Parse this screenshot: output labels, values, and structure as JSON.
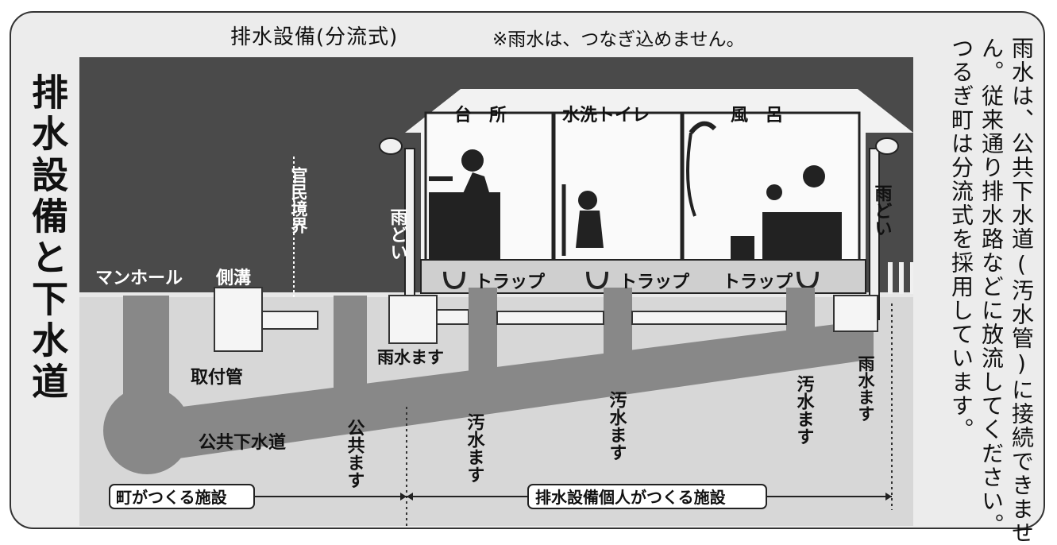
{
  "header": {
    "title": "排水設備(分流式)",
    "note": "※雨水は、つなぎ込めません。"
  },
  "side_title": "排水設備と下水道",
  "right_note": {
    "lines": [
      "雨水は、公共下水道(汚水管)に接続できませ",
      "ん。従来通り排水路などに放流してください。",
      "つるぎ町は分流式を採用しています。"
    ]
  },
  "labels": {
    "kitchen": "台　所",
    "toilet": "水洗トイレ",
    "bath": "風　呂",
    "manhole": "マンホール",
    "side_ditch": "側溝",
    "boundary": "官民境界",
    "gutter_left": "雨どい",
    "gutter_right": "雨どい",
    "trap1": "トラップ",
    "trap2": "トラップ",
    "trap3": "トラップ",
    "rain_box_left": "雨水ます",
    "rain_box_right": "雨水ます",
    "connection_pipe": "取付管",
    "public_sewer": "公共下水道",
    "public_box": "公共ます",
    "sewage_box1": "汚水ます",
    "sewage_box2": "汚水ます",
    "sewage_box3": "汚水ます",
    "town_facility": "町がつくる施設",
    "private_facility": "排水設備個人がつくる施設"
  }
}
